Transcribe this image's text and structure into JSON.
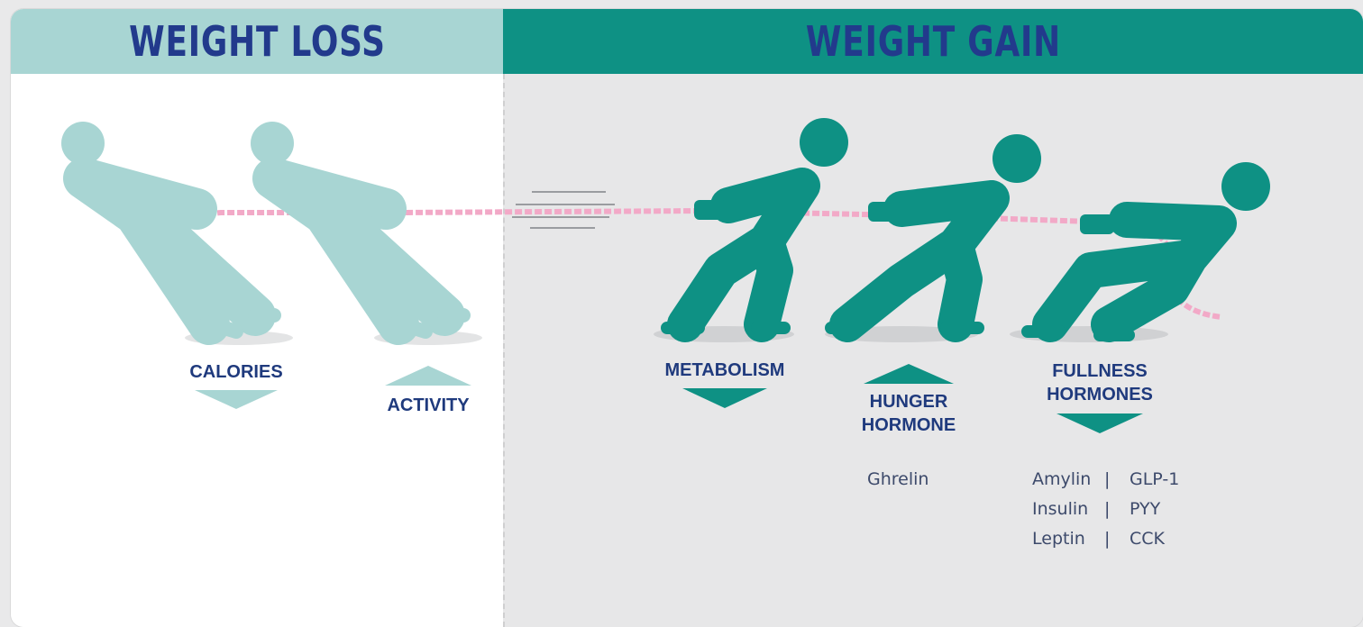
{
  "headers": {
    "weight_loss": "WEIGHT LOSS",
    "weight_gain": "WEIGHT GAIN"
  },
  "weight_loss_factors": {
    "calories": "CALORIES",
    "activity": "ACTIVITY"
  },
  "weight_gain_factors": {
    "metabolism": "METABOLISM",
    "hunger_line1": "HUNGER",
    "hunger_line2": "HORMONE",
    "fullness_line1": "FULLNESS",
    "fullness_line2": "HORMONES"
  },
  "hormones": {
    "hunger": "Ghrelin",
    "fullness_rows": [
      {
        "left": "Amylin",
        "sep": "|",
        "right": "GLP-1"
      },
      {
        "left": "Insulin",
        "sep": "|",
        "right": "PYY"
      },
      {
        "left": "Leptin",
        "sep": "|",
        "right": "CCK"
      }
    ]
  },
  "colors": {
    "light_teal": "#a8d5d3",
    "dark_teal": "#0e9184",
    "navy": "#223a8c",
    "rope_pink": "#f2a9c7"
  }
}
